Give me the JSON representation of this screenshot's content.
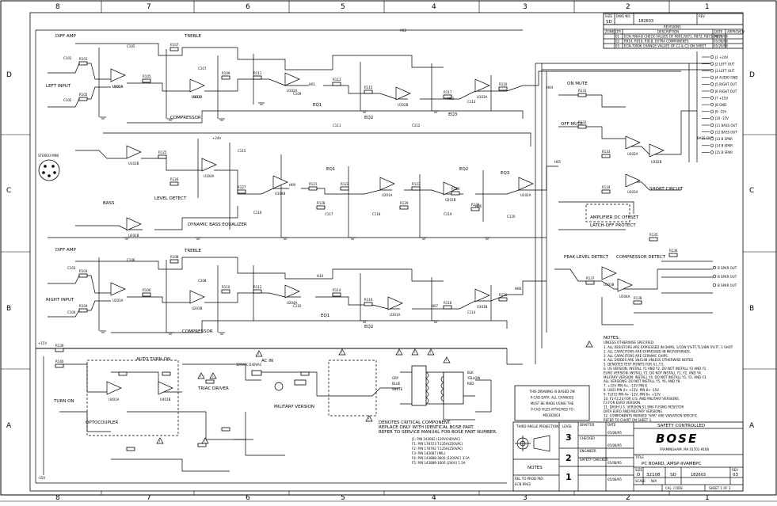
{
  "zones": {
    "columns": [
      "8",
      "7",
      "6",
      "5",
      "4",
      "3",
      "2",
      "1"
    ],
    "rows": [
      "D",
      "C",
      "B",
      "A"
    ]
  },
  "title_block": {
    "sheet_size_label": "SIZE",
    "sheet_size": "SD",
    "dwg_no_label": "DWG NO.",
    "dwg_no": "182603",
    "rev_label": "REV",
    "rev": "03",
    "revisions_title": "REVISIONS",
    "rev_col_headers": [
      "ZONE",
      "LTR",
      "DESCRIPTION",
      "DATE",
      "APPROVED"
    ],
    "rev_rows": [
      {
        "ltr": "01",
        "desc": "ECN-7864-B CHECK VALUES OF R891,R871, R872, R873, R877",
        "date": "06/20/96"
      },
      {
        "ltr": "02",
        "desc": "R914, R916, R918, EXTRA COMPONENTS",
        "date": "05/08/96"
      },
      {
        "ltr": "03",
        "desc": "ECN-70996 CHANGE VALUES OF C2 & C3 ON SHEET",
        "date": "05/20/96"
      }
    ],
    "safety": "SAFETY CONTROLLED",
    "company": "BOSE",
    "company_address": "FRAMINGHAM, MA 01701-9168",
    "title_label": "TITLE",
    "title": "PC BOARD, AMSP-IIVAMBPC",
    "drawn_label": "DRAFTER",
    "checked_label": "CHECKER",
    "engineer_label": "ENGINEER",
    "safety_checker_label": "SAFETY CHECKER",
    "date_label": "DATE",
    "dates": [
      "05/08/95",
      "05/08/95",
      "05/08/95",
      "05/08/95"
    ],
    "size_bottom": "D",
    "cage_code": "32108",
    "scale_label": "SCALE",
    "scale": "N/A",
    "cal_code": "CAL. CODE",
    "sheet": "SHEET 1 OF 3",
    "levels": [
      "3",
      "2",
      "1"
    ],
    "level_label": "LEVEL",
    "projection": "THIRD ANGLE PROJECTION",
    "notes_title": "NOTES",
    "rel_to": "REL TO PROD PER",
    "ecn": "ECN 6943"
  },
  "pcad_note": [
    "THIS DRAWING IS BASED ON",
    "P-CAD DATA. ALL CHANGES",
    "MUST BE MADE USING THE",
    "P-CAD FILES ATTACHED TO",
    "MD182603."
  ],
  "critical_note": [
    "DENOTES CRITICAL COMPONENT.",
    "REPLACE ONLY WITH IDENTICAL BOSE PART.",
    "REFER TO SERVICE MANUAL FOR BOSE PART NUMBER."
  ],
  "fuse_notes": [
    "J1: P/N 143082 (120V/240VAC)",
    "F1: P/N 178723 T.125A(250VAC)",
    "F2: P/N 178792 T.125A(250VAC)",
    "F3: P/N 143087 (MIL)",
    "F4: P/N 143888-3600 (120VAC) 3.2A",
    "F5: P/N 143888-1600 (240V) 1.5A"
  ],
  "general_notes_title": "NOTES:",
  "general_notes_sub": "UNLESS OTHERWISE SPECIFIED.",
  "general_notes": [
    "1. ALL RESISTORS ARE EXPRESSED IN OHMS, 1/10W 5%TF,TL1/8W 5%TF, 1 SHOT",
    "2. ALL CAPACITORS ARE EXPRESSED IN MICROFARADS.",
    "3. ALL CAPACITORS ARE CERAMIC CHIPS.",
    "4. ALL DIODES ARE 1N4148 UNLESS OTHERWISE NOTED.",
    "5. DENOTES TEST POINTS FOR A.L.T.S.",
    "6. US VERSION, INSTALL Y1 AND Y2. DO NOT INSTALL Y3 AND Y2.",
    "   EURO VERSION: INSTALL Y3. DO NOT INSTALL Y1, Y2, AND Y4.",
    "   MILITARY VERSION: INSTALL Y4. DO NOT INSTALL Y1, Y2, AND Y3.",
    "   ALL VERSIONS: DO NOT INSTALL Y5, Y6, AND Y8.",
    "7. +15V PIN 4+, -15V PIN 8.",
    "8. U403 PIN 4+ +15V, PIN 8+ -15V.",
    "9. TL072 PIN 4+ -12V, PIN 8+ +12V.",
    "10. F1-F2,24 FOR U.S. AND MILITARY VERSIONS.",
    "    F3 FOR EURO VERSION.",
    "11. DASH U.S. VERSION,S1 SMA FUSING RESISTOR",
    "    DATA EURO AND MILITARY VERSIONS.",
    "12. COMPONENTS MARKED \"VAR\" ARE VARIATION SPECIFIC.",
    "    REFER TO CHART ON SHEET 3."
  ],
  "block_labels": {
    "diff_amp_l": "DIFF AMP",
    "left_input": "LEFT INPUT",
    "treble_l": "TREBLE",
    "compressor_l": "COMPRESSOR",
    "eq1_l": "EQ1",
    "eq2_l": "EQ2",
    "eq3_l": "EQ3",
    "on_mute": "ON MUTE",
    "off_mute": "OFF MUTE",
    "level_detect": "LEVEL DETECT",
    "bass": "BASS",
    "dynamic_bass_eq": "DYNAMIC BASS EQUALIZER",
    "eq1_b": "EQ1",
    "eq2_b": "EQ2",
    "eq3_b": "EQ3",
    "short_circuit": "SHORT CIRCUIT",
    "amp_dc_offset": "AMPLIFIER DC OFFSET",
    "latch_off": "LATCH-OFF PROTECT",
    "diff_amp_r": "DIFF AMP",
    "right_input": "RIGHT INPUT",
    "treble_r": "TREBLE",
    "compressor_r": "COMPRESSOR",
    "peak_level": "PEAK LEVEL DETECT",
    "compressor_detect": "COMPRESSOR DETECT",
    "eq1_r": "EQ1",
    "eq2_r": "EQ2",
    "auto_turn_on": "AUTO TURN-ON",
    "optocoupler": "OPTOCOUPLER",
    "triac_driver": "TRIAC DRIVER",
    "ac_in": "AC IN",
    "mains_rating": "120VAC/240VAC",
    "military_version": "MILITARY VERSION",
    "turn_on": "TURN ON",
    "stereo_conn": "STEREO MINI",
    "bass_out": "BASS OUT"
  },
  "connector_pins": [
    "J1 +24V",
    "J2 LEFT OUT",
    "J3 LEFT OUT",
    "J4 AUDIO GND",
    "J5 RIGHT OUT",
    "J6 RIGHT OUT",
    "J7 +15V",
    "J8 GND",
    "J9 -15V",
    "J10 -15V",
    "J11 BASS OUT",
    "J12 BASS OUT",
    "J13 B SPKR",
    "J14 B SPKR",
    "J15 B SPKR"
  ],
  "out_pins_bottom": [
    "B SPKR OUT",
    "B SPKR OUT",
    "B SPKR OUT"
  ],
  "trans_pins": [
    "BLK",
    "YELLOW",
    "RED",
    "GRY",
    "BLUE",
    "WHITE"
  ],
  "ic_labels": [
    "U101A",
    "U101B",
    "U102A",
    "U102B",
    "U103A",
    "U103B",
    "U104A",
    "U104B",
    "U201A",
    "U201B",
    "U202A",
    "U202B",
    "U203A",
    "U203B",
    "U204A",
    "U301A",
    "U301B",
    "U302A",
    "U302B",
    "U303A",
    "U303B",
    "U304A",
    "U401A",
    "U401B",
    "U402A",
    "U403"
  ],
  "resistor_labels": [
    "R101",
    "R102",
    "R103",
    "R104",
    "R105",
    "R106",
    "R107",
    "R108",
    "R109",
    "R110",
    "R111",
    "R112",
    "R113",
    "R114",
    "R115",
    "R116",
    "R117",
    "R118",
    "R119",
    "R120",
    "R121",
    "R122",
    "R123",
    "R124",
    "R125",
    "R126",
    "R127",
    "R128",
    "R129",
    "R130",
    "R131",
    "R132",
    "R133",
    "R134",
    "R135",
    "R136",
    "R137",
    "R138",
    "R139",
    "R140"
  ],
  "capacitor_labels": [
    "C101",
    "C102",
    "C103",
    "C104",
    "C105",
    "C106",
    "C107",
    "C108",
    "C109",
    "C110",
    "C111",
    "C112",
    "C113",
    "C114",
    "C115",
    "C116",
    "C117",
    "C118",
    "C119",
    "C120"
  ],
  "net_labels": [
    "+15V",
    "-15V",
    "+24V",
    "H01",
    "H02",
    "H03",
    "H04",
    "H05",
    "H06",
    "H07",
    "H08",
    "H09",
    "H10"
  ]
}
